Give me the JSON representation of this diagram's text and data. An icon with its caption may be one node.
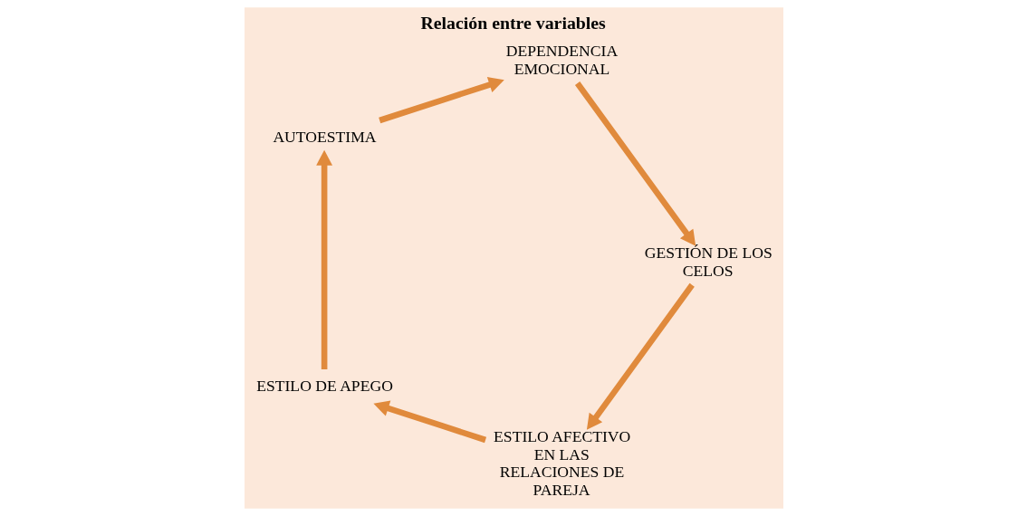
{
  "diagram": {
    "title": "Relación entre variables",
    "nodes": [
      {
        "text": [
          "ESTILO AFECTIVO EN LAS RELACIONES DE PAREJA"
        ]
      },
      {
        "text": [
          "ESTILO DE APEGO"
        ]
      },
      {
        "text": [
          "AUTOESTIMA"
        ]
      },
      {
        "text": [
          "DEPENDENCIA EMOCIONAL"
        ]
      },
      {
        "text": [
          "GESTIÓN DE LOS CELOS"
        ]
      }
    ],
    "edges": [
      {
        "from": 0,
        "to": 1,
        "arrow": "to"
      },
      {
        "from": 1,
        "to": 2,
        "arrow": "to"
      },
      {
        "from": 2,
        "to": 3,
        "arrow": "to"
      },
      {
        "from": 3,
        "to": 4,
        "arrow": "to"
      },
      {
        "from": 4,
        "to": 0,
        "arrow": "to"
      }
    ]
  }
}
